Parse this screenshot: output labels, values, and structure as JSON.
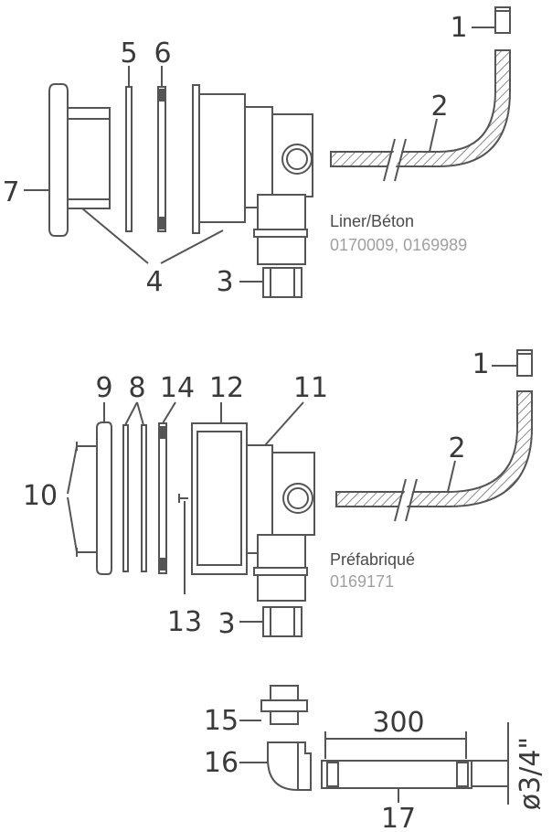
{
  "diagram": {
    "top": {
      "labels": {
        "l1": "1",
        "l2": "2",
        "l3": "3",
        "l4": "4",
        "l5": "5",
        "l6": "6",
        "l7": "7"
      },
      "caption": "Liner/Béton",
      "refs": "0170009, 0169989"
    },
    "middle": {
      "labels": {
        "l1": "1",
        "l2": "2",
        "l3": "3",
        "l8": "8",
        "l9": "9",
        "l10": "10",
        "l11": "11",
        "l12": "12",
        "l13": "13",
        "l14": "14"
      },
      "caption": "Préfabriqué",
      "refs": "0169171"
    },
    "bottom": {
      "labels": {
        "l15": "15",
        "l16": "16",
        "l17": "17"
      },
      "length": "300",
      "diameter": "ø3/4\""
    }
  }
}
